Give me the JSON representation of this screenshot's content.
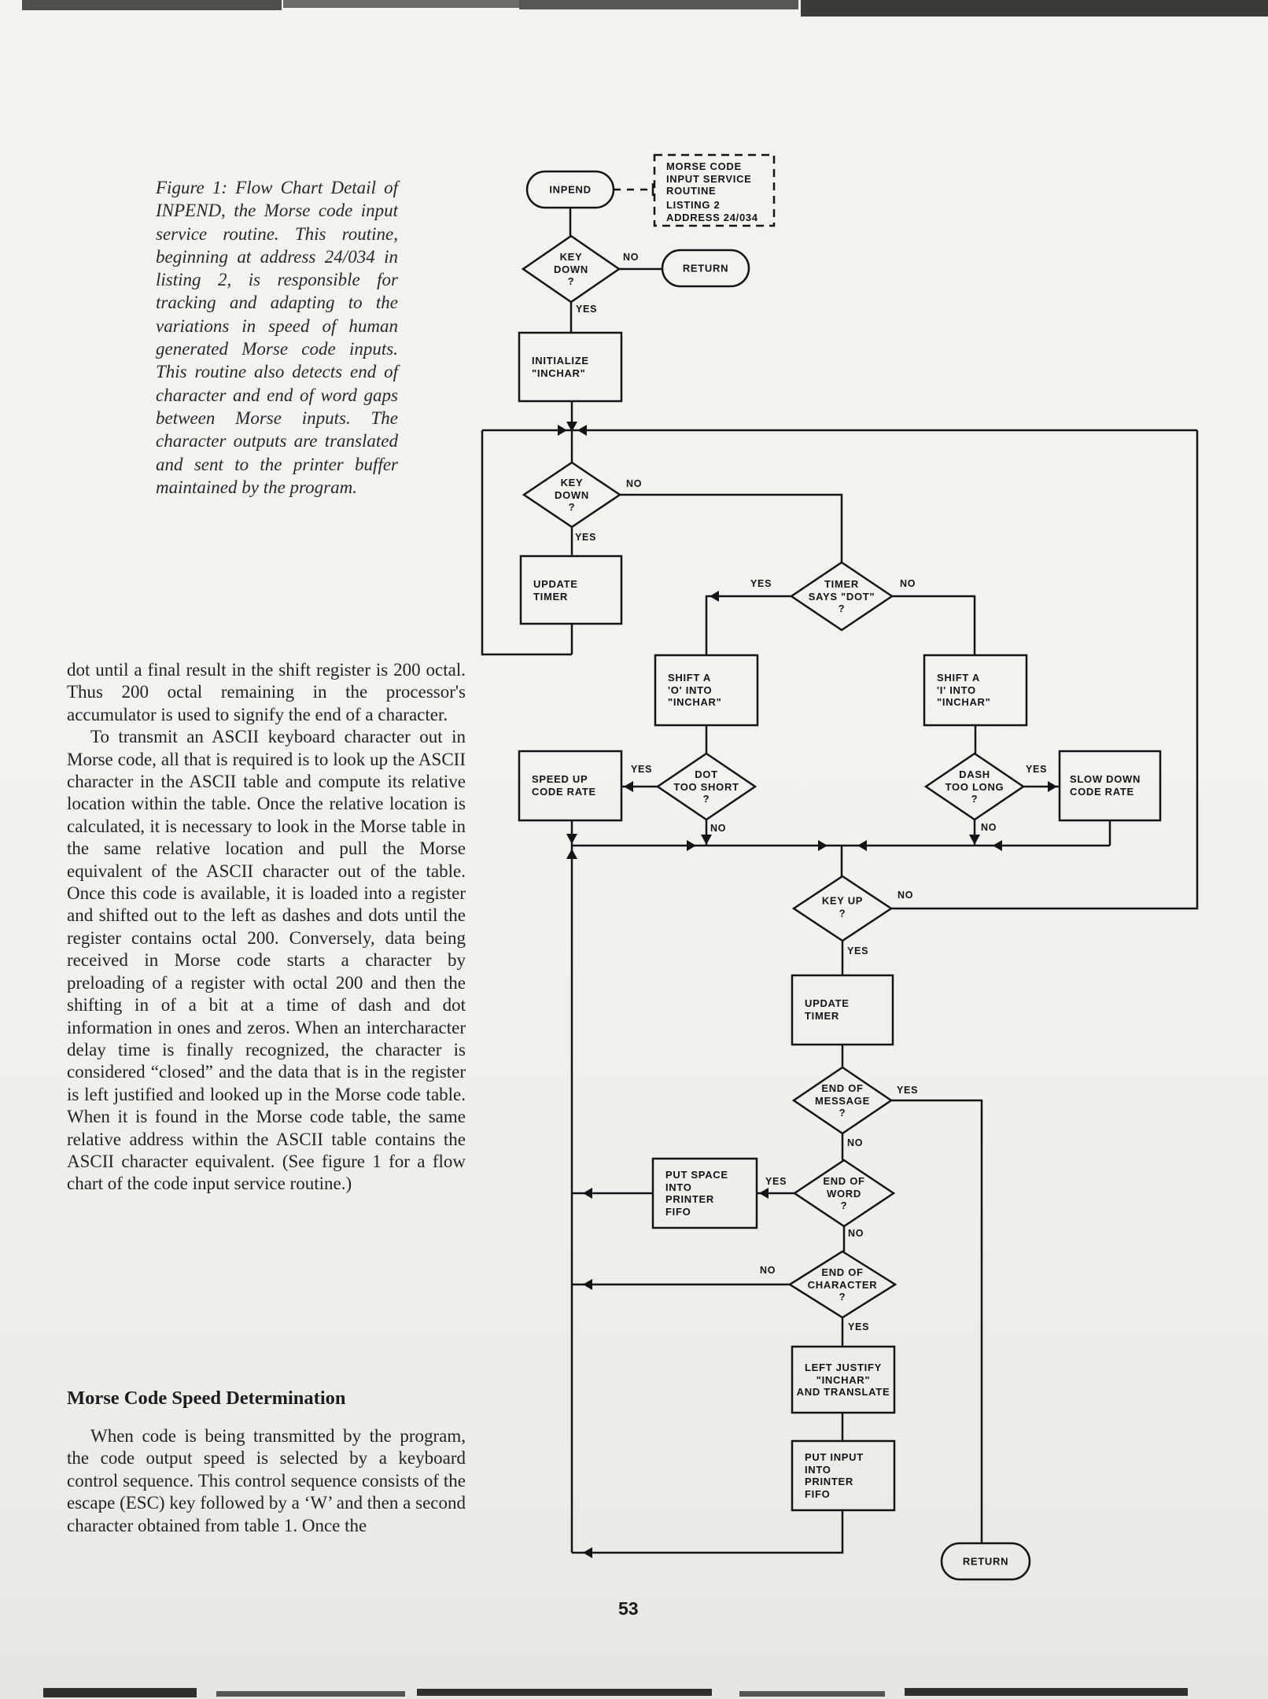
{
  "page": {
    "number": "53"
  },
  "caption": {
    "text": "Figure 1: Flow Chart Detail of INPEND, the Morse code input service routine. This routine, beginning at address 24/034 in listing 2, is responsible for tracking and adapting to the variations in speed of human generated Morse code inputs. This routine also detects end of character and end of word gaps between Morse inputs. The character outputs are translated and sent to the printer buffer maintained by the program."
  },
  "body": {
    "paragraph_1": "dot until a final result in the shift register is 200 octal. Thus 200 octal remaining in the processor's accumulator is used to signify the end of a character.",
    "paragraph_2": "To transmit an ASCII keyboard character out in Morse code, all that is required is to look up the ASCII character in the ASCII table and compute its relative location within the table. Once the relative location is calculated, it is necessary to look in the Morse table in the same relative location and pull the Morse equivalent of the ASCII character out of the table. Once this code is available, it is loaded into a register and shifted out to the left as dashes and dots until the register contains octal 200. Conversely, data being received in Morse code starts a character by preloading of a register with octal 200 and then the shifting in of a bit at a time of dash and dot information in ones and zeros. When an intercharacter delay time is finally recognized, the character is considered “closed” and the data that is in the register is left justified and looked up in the Morse code table. When it is found in the Morse code table, the same relative address within the ASCII table contains the ASCII character equivalent. (See figure 1 for a flow chart of the code input service routine.)",
    "heading": "Morse Code Speed Determination",
    "paragraph_3": "When code is being transmitted by the program, the code output speed is selected by a keyboard control sequence. This control sequence consists of the escape (ESC) key followed by a ‘W’ and then a second character obtained from table 1. Once the"
  },
  "flowchart": {
    "annotation": {
      "routine": "MORSE CODE\nINPUT SERVICE\nROUTINE",
      "listing": "LISTING 2\nADDRESS 24/034"
    },
    "nodes": {
      "inpend": "INPEND",
      "key_down_1": "KEY\nDOWN\n?",
      "return_1": "RETURN",
      "initialize": "INITIALIZE\n\"INCHAR\"",
      "key_down_2": "KEY\nDOWN\n?",
      "update_timer_1": "UPDATE\nTIMER",
      "timer_says_dot": "TIMER\nSAYS \"DOT\"\n?",
      "shift_zero": "SHIFT A\n'O' INTO\n\"INCHAR\"",
      "shift_one": "SHIFT A\n'I' INTO\n\"INCHAR\"",
      "speed_up": "SPEED UP\nCODE RATE",
      "dot_too_short": "DOT\nTOO SHORT\n?",
      "dash_too_long": "DASH\nTOO LONG\n?",
      "slow_down": "SLOW DOWN\nCODE RATE",
      "key_up": "KEY UP\n?",
      "update_timer_2": "UPDATE\nTIMER",
      "end_of_message": "END OF\nMESSAGE\n?",
      "put_space": "PUT SPACE\nINTO\nPRINTER\nFIFO",
      "end_of_word": "END OF\nWORD\n?",
      "end_of_character": "END OF\nCHARACTER\n?",
      "left_justify": "LEFT JUSTIFY\n\"INCHAR\"\nAND TRANSLATE",
      "put_input": "PUT INPUT\nINTO\nPRINTER\nFIFO",
      "return_2": "RETURN"
    },
    "edge_labels": {
      "kd1_no": "NO",
      "kd1_yes": "YES",
      "kd2_no": "NO",
      "kd2_yes": "YES",
      "timer_yes": "YES",
      "timer_no": "NO",
      "dot_yes": "YES",
      "dot_no": "NO",
      "dash_yes": "YES",
      "dash_no": "NO",
      "keyup_no": "NO",
      "keyup_yes": "YES",
      "eom_yes": "YES",
      "eom_no": "NO",
      "eow_yes": "YES",
      "eow_no": "NO",
      "eoc_no": "NO",
      "eoc_yes": "YES"
    }
  }
}
